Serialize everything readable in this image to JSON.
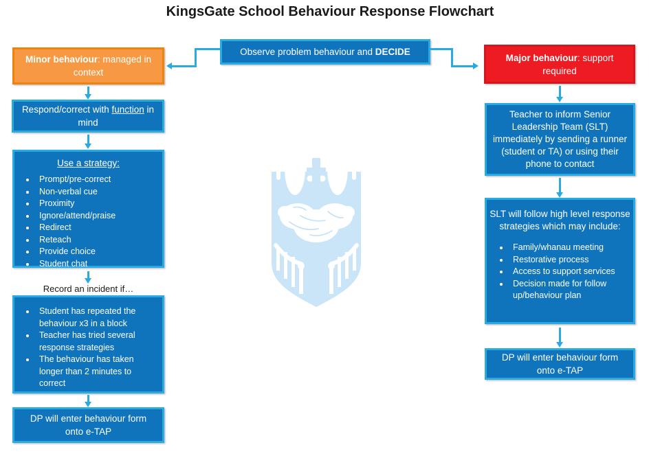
{
  "title": "KingsGate School Behaviour Response Flowchart",
  "colors": {
    "box_blue": "#0F74BC",
    "border_cyan": "#29ABE2",
    "arrow": "#29ABE2",
    "orange": "#F79843",
    "orange_border": "#EE820E",
    "red": "#EE1B23",
    "red_border": "#CE1A20",
    "watermark": "#CBE5F8",
    "text_white": "#FFFFFF",
    "text_black": "#1A1A1A"
  },
  "decide_box": {
    "text": "Observe problem behaviour and ",
    "emphasis": "DECIDE"
  },
  "minor_path": {
    "header": {
      "bold": "Minor behaviour",
      "rest": ": managed in context"
    },
    "respond_box": {
      "pre": "Respond/correct with ",
      "underlined": "function",
      "post": " in mind"
    },
    "strategy_box": {
      "heading": "Use a strategy:",
      "items": [
        "Prompt/pre-correct",
        "Non-verbal cue",
        "Proximity",
        "Ignore/attend/praise",
        "Redirect",
        "Reteach",
        "Provide choice",
        "Student chat"
      ]
    },
    "record_label": "Record an incident if…",
    "incident_box": {
      "items": [
        "Student has repeated the behaviour x3 in a block",
        "Teacher has tried several response strategies",
        "The behaviour has taken longer than 2 minutes to correct"
      ]
    },
    "dp_box": "DP will enter behaviour form onto e-TAP"
  },
  "major_path": {
    "header": {
      "bold": "Major behaviour",
      "rest": ": support required"
    },
    "teacher_box": "Teacher to inform Senior Leadership Team (SLT) immediately by sending a runner (student or TA) or using their phone to contact",
    "slt_box": {
      "heading": "SLT will follow high level response strategies which may include:",
      "items": [
        "Family/whanau meeting",
        "Restorative process",
        "Access to support services",
        "Decision made for follow up/behaviour plan"
      ]
    },
    "dp_box": "DP will enter behaviour form onto e-TAP"
  },
  "watermark": {
    "icon": "school-crest"
  }
}
